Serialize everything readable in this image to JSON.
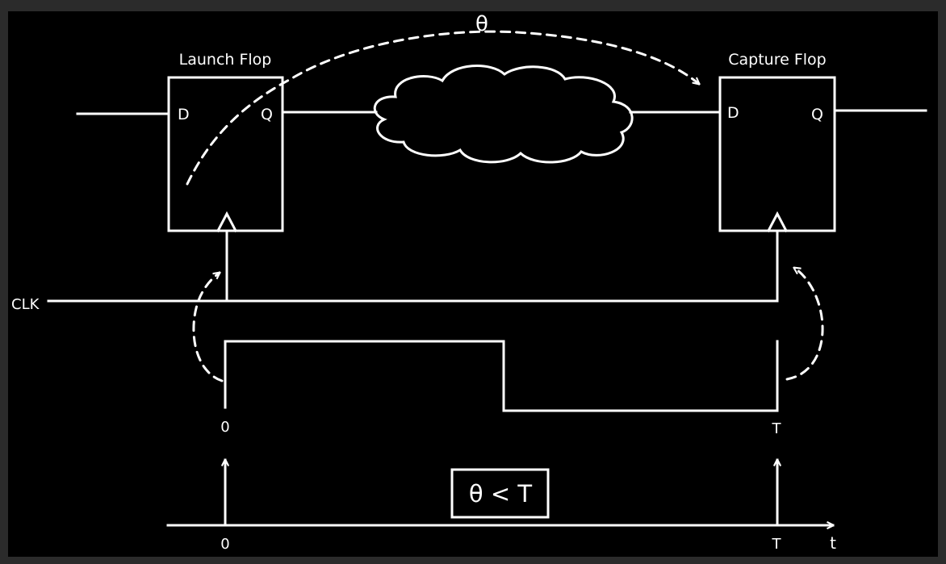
{
  "colors": {
    "background": "#000000",
    "foreground": "#ffffff",
    "outer": "#2b2b2b"
  },
  "launch_flop": {
    "title": "Launch Flop",
    "input_label": "D",
    "output_label": "Q"
  },
  "capture_flop": {
    "title": "Capture Flop",
    "input_label": "D",
    "output_label": "Q"
  },
  "clock": {
    "label": "CLK"
  },
  "delay": {
    "symbol": "θ"
  },
  "waveform": {
    "start_label": "0",
    "end_label": "T"
  },
  "timeline": {
    "start_label": "0",
    "end_label": "T",
    "axis_label": "t"
  },
  "condition": {
    "text": "θ < T"
  },
  "icons": {
    "combinational_logic": "cloud-icon"
  }
}
